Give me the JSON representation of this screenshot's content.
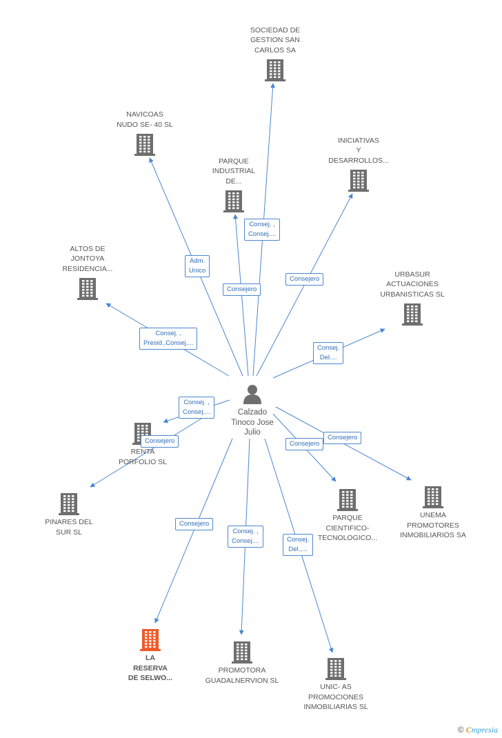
{
  "colors": {
    "edge": "#4a86d0",
    "building": "#6e6e6e",
    "building_highlight": "#f05a28",
    "person": "#6e6e6e",
    "label_text": "#555555",
    "edge_label_text": "#2f6db5"
  },
  "center": {
    "name": "Calzado\nTinoco Jose\nJulio",
    "icon": "person-icon"
  },
  "companies": [
    {
      "id": "sociedad",
      "name": "SOCIEDAD DE\nGESTION SAN\nCARLOS SA",
      "highlight": false
    },
    {
      "id": "navicoas",
      "name": "NAVICOAS\nNUDO SE- 40 SL",
      "highlight": false
    },
    {
      "id": "parque_industrial",
      "name": "PARQUE\nINDUSTRIAL\nDE...",
      "highlight": false
    },
    {
      "id": "iniciativas",
      "name": "INICIATIVAS\nY\nDESARROLLOS...",
      "highlight": false
    },
    {
      "id": "altos",
      "name": "ALTOS DE\nJONTOYA\nRESIDENCIA...",
      "highlight": false
    },
    {
      "id": "urbasur",
      "name": "URBASUR\nACTUACIONES\nURBANISTICAS SL",
      "highlight": false
    },
    {
      "id": "renta",
      "name": "RENTA\nPORFOLIO SL",
      "highlight": false
    },
    {
      "id": "pinares",
      "name": "PINARES DEL\nSUR SL",
      "highlight": false
    },
    {
      "id": "parque_cientifico",
      "name": "PARQUE\nCIENTIFICO-\nTECNOLOGICO...",
      "highlight": false
    },
    {
      "id": "unema",
      "name": "UNEMA\nPROMOTORES\nINMOBILIARIOS SA",
      "highlight": false
    },
    {
      "id": "la_reserva",
      "name": "LA\nRESERVA\nDE SELWO...",
      "highlight": true
    },
    {
      "id": "promotora",
      "name": "PROMOTORA\nGUADALNERVION SL",
      "highlight": false
    },
    {
      "id": "unic",
      "name": "UNIC- AS\nPROMOCIONES\nINMOBILIARIAS SL",
      "highlight": false
    }
  ],
  "edges": [
    {
      "target": "sociedad",
      "label": "Consej. ,\nConsej...."
    },
    {
      "target": "navicoas",
      "label": "Adm.\nUnico"
    },
    {
      "target": "parque_industrial",
      "label": "Consejero"
    },
    {
      "target": "iniciativas",
      "label": "Consejero"
    },
    {
      "target": "altos",
      "label": "Consej. ,\nPresid.,Consej...."
    },
    {
      "target": "urbasur",
      "label": "Consej.\nDel...."
    },
    {
      "target": "renta",
      "label": "Consej. ,\nConsej...."
    },
    {
      "target": "pinares",
      "label": "Consejero"
    },
    {
      "target": "parque_cientifico",
      "label": "Consejero"
    },
    {
      "target": "unema",
      "label": "Consejero"
    },
    {
      "target": "la_reserva",
      "label": "Consejero"
    },
    {
      "target": "promotora",
      "label": "Consej. ,\nConsej...."
    },
    {
      "target": "unic",
      "label": "Consej.\nDel.,..."
    }
  ],
  "watermark": {
    "copyright": "©",
    "brand_first": "C",
    "brand_rest": "mpresia"
  }
}
